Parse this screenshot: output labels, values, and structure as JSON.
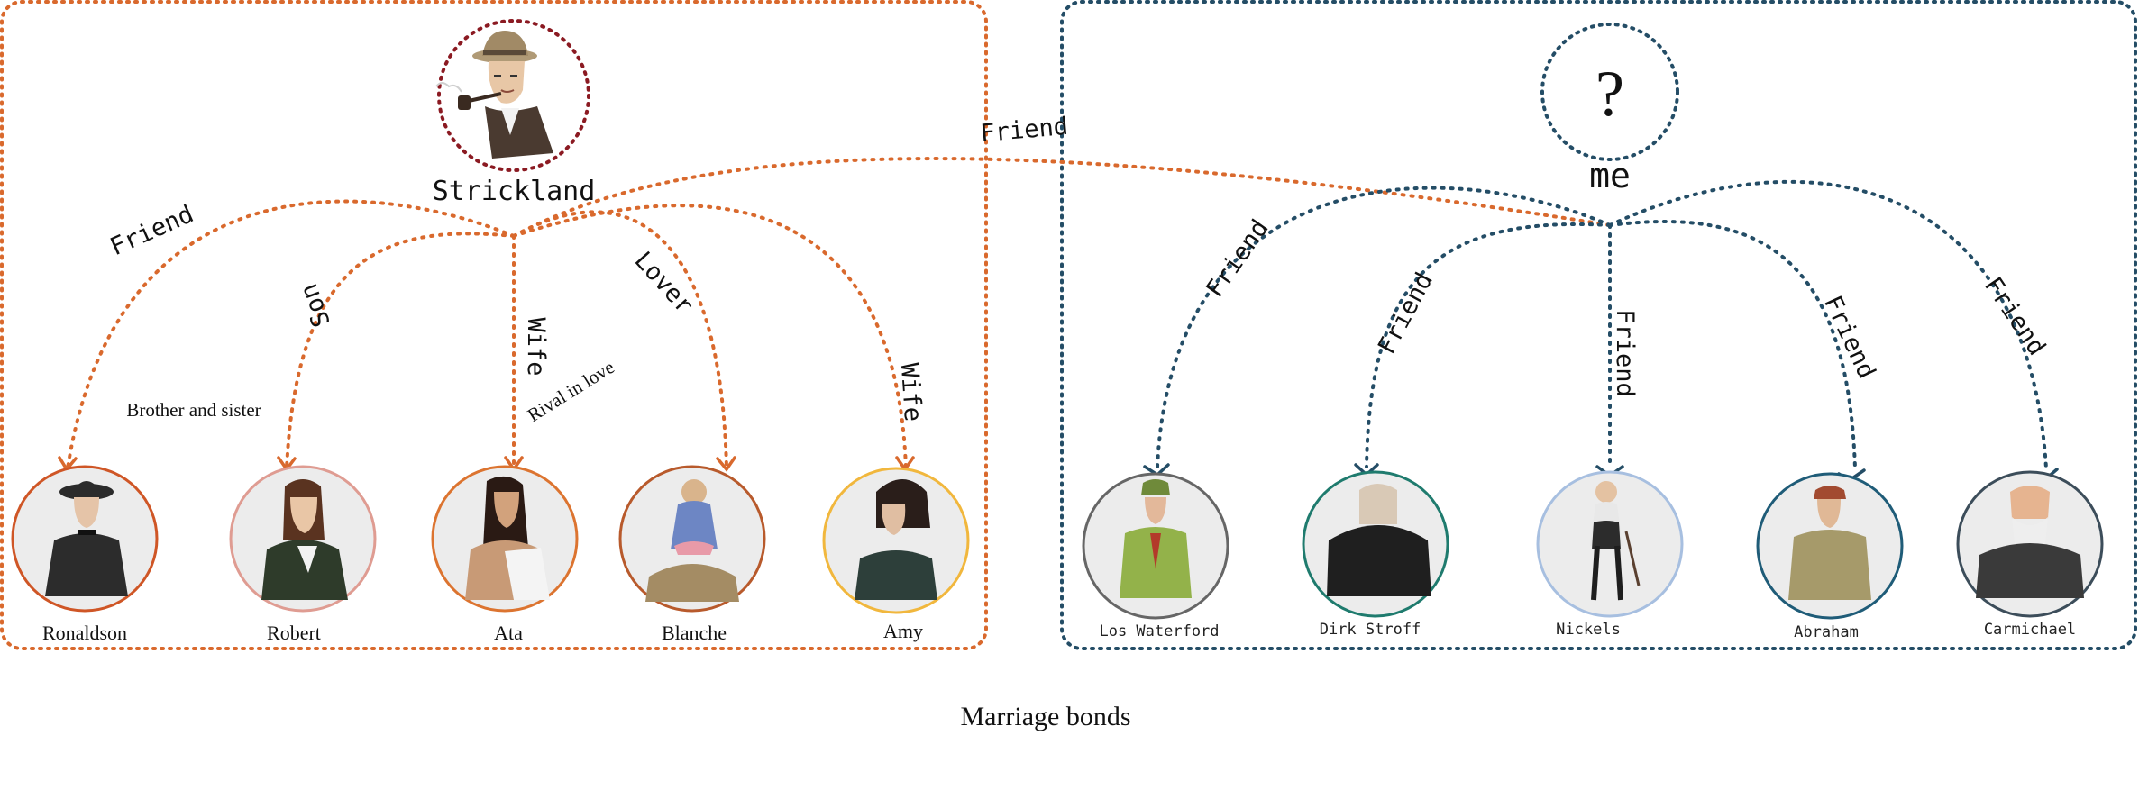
{
  "caption": "Marriage bonds",
  "colors": {
    "left_accent": "#d9692d",
    "right_accent": "#244d66",
    "strickland_ring": "#8b1a22"
  },
  "left_group": {
    "center": {
      "name": "Strickland",
      "portrait": "man-with-hat-and-pipe-portrait"
    },
    "members": [
      {
        "name": "Ronaldson",
        "relation": "Friend",
        "ring": "#cf5626"
      },
      {
        "name": "Robert",
        "relation": "Son",
        "ring": "#df9c92"
      },
      {
        "name": "Ata",
        "relation": "Wife",
        "ring": "#dc7430"
      },
      {
        "name": "Blanche",
        "relation": "Lover",
        "ring": "#b85a2c"
      },
      {
        "name": "Amy",
        "relation": "Wife",
        "ring": "#f1b73d"
      }
    ],
    "side_labels": {
      "brother_and_sister": "Brother and sister",
      "rival_in_love": "Rival in love"
    }
  },
  "right_group": {
    "center": {
      "name": "me",
      "symbol": "?"
    },
    "members": [
      {
        "name": "Los Waterford",
        "relation": "Friend",
        "ring": "#666666"
      },
      {
        "name": "Dirk Stroff",
        "relation": "Friend",
        "ring": "#1f7b6e"
      },
      {
        "name": "Nickels",
        "relation": "Friend",
        "ring": "#a7bfe0"
      },
      {
        "name": "Abraham",
        "relation": "Friend",
        "ring": "#1f5c78"
      },
      {
        "name": "Carmichael",
        "relation": "Friend",
        "ring": "#3c4d5a"
      }
    ]
  },
  "cross_link": {
    "relation": "Friend"
  }
}
